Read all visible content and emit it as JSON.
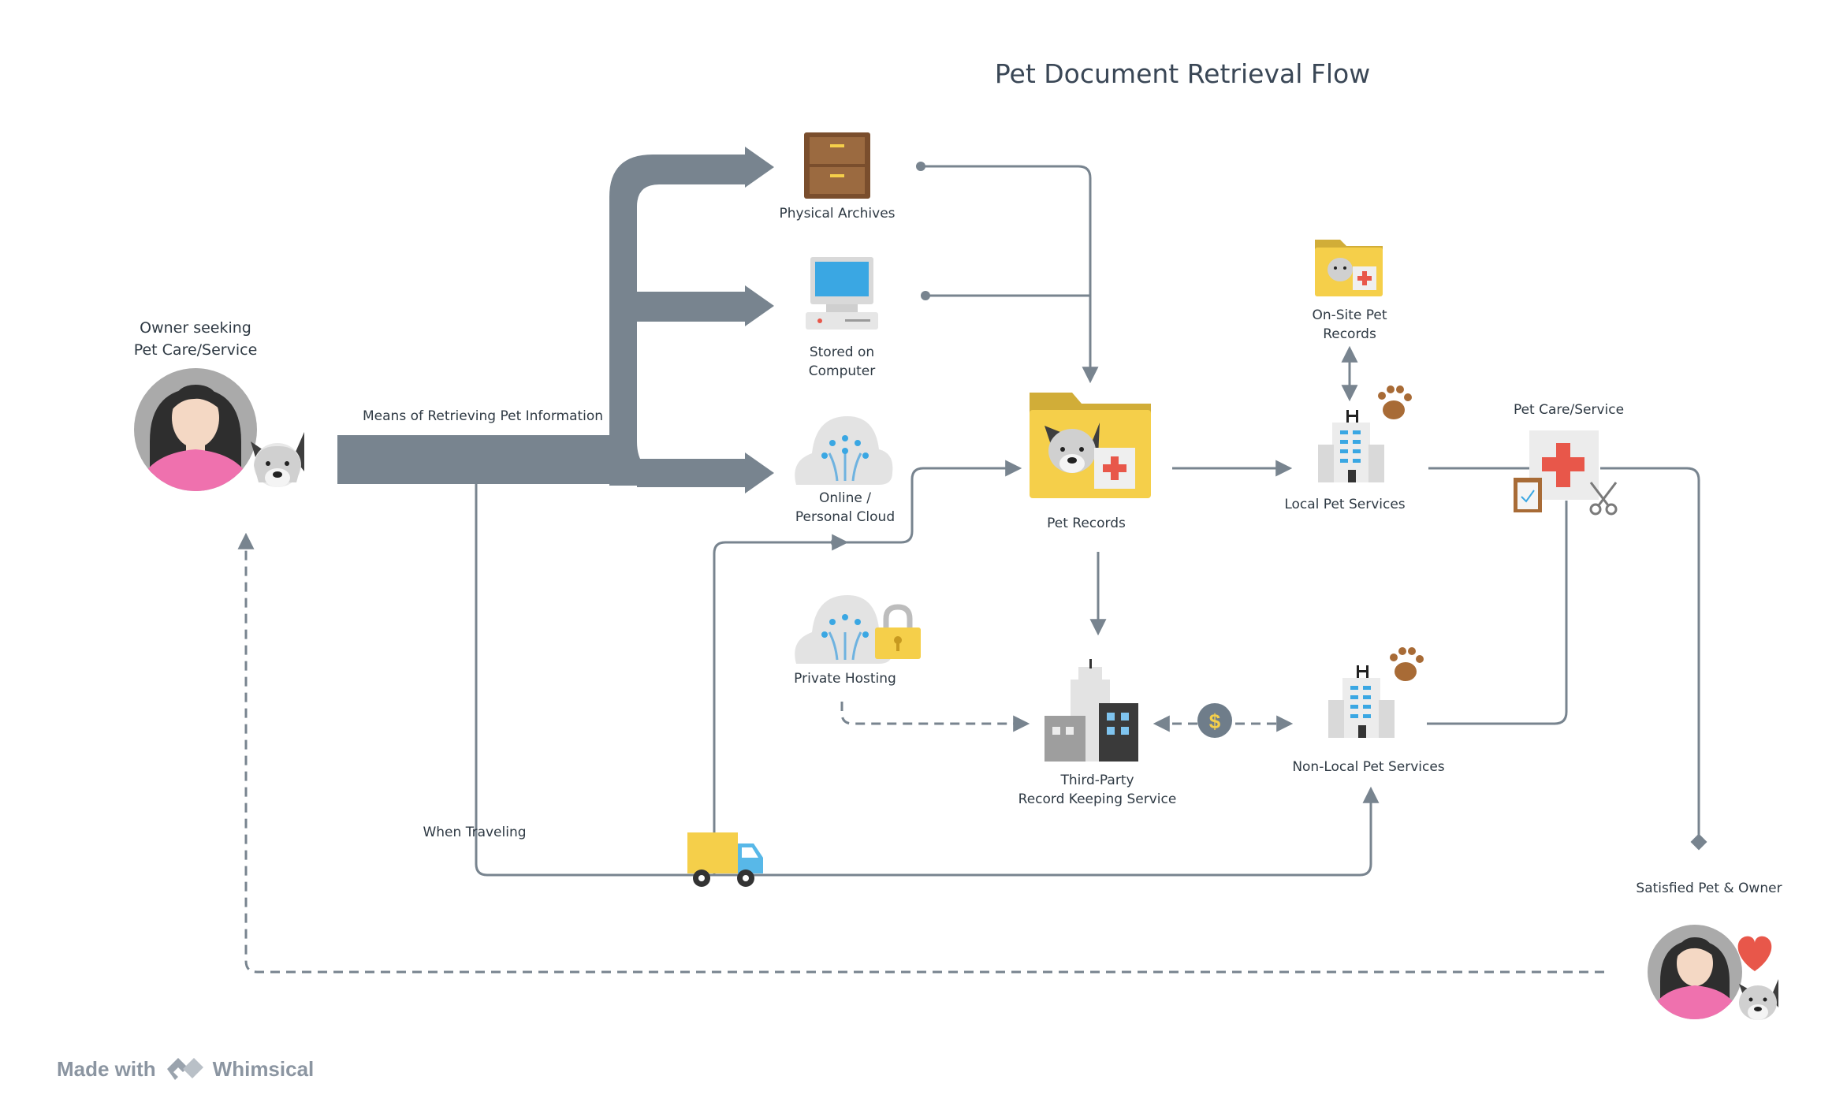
{
  "title": "Pet Document Retrieval Flow",
  "nodes": {
    "owner": {
      "line1": "Owner seeking",
      "line2": "Pet Care/Service"
    },
    "physical_archives": {
      "line1": "Physical Archives"
    },
    "stored_on_computer": {
      "line1": "Stored on",
      "line2": "Computer"
    },
    "online_cloud": {
      "line1": "Online /",
      "line2": "Personal Cloud"
    },
    "pet_records": {
      "line1": "Pet Records"
    },
    "onsite_records": {
      "line1": "On-Site Pet",
      "line2": "Records"
    },
    "local_services": {
      "line1": "Local Pet Services"
    },
    "pet_care_service": {
      "line1": "Pet Care/Service"
    },
    "private_hosting": {
      "line1": "Private Hosting"
    },
    "third_party": {
      "line1": "Third-Party",
      "line2": "Record Keeping Service"
    },
    "nonlocal_services": {
      "line1": "Non-Local Pet Services"
    },
    "satisfied": {
      "line1": "Satisfied Pet & Owner"
    }
  },
  "edge_labels": {
    "means": "Means of Retrieving Pet Information",
    "traveling": "When Traveling"
  },
  "branding": {
    "made_with": "Made with",
    "brand": "Whimsical"
  },
  "colors": {
    "connector": "#78848f",
    "arrow_fill": "#78848f",
    "folder": "#f5cf4a",
    "cross": "#e8574a",
    "owner_shirt": "#ef71ae"
  }
}
